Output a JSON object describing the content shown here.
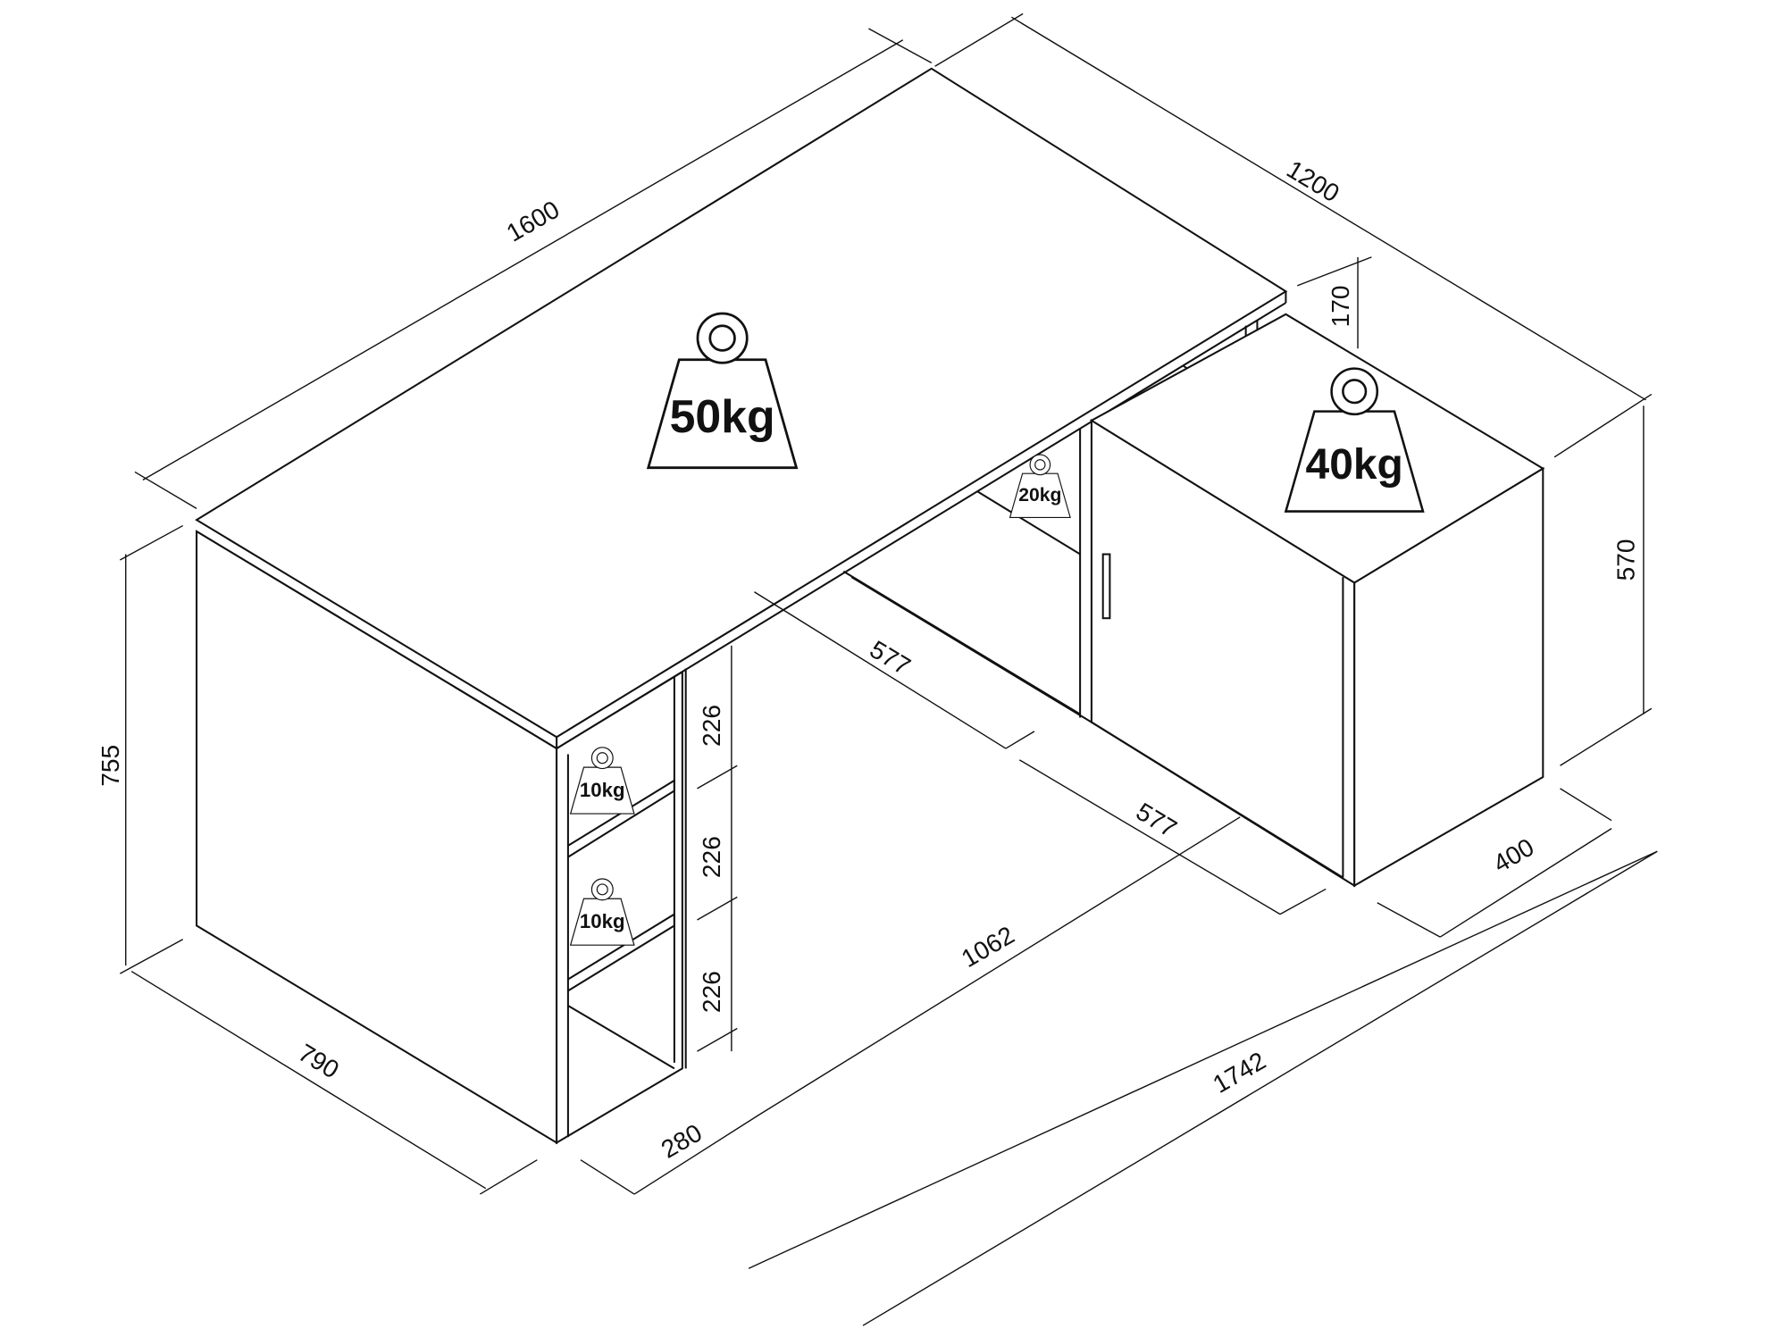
{
  "title": "L-shaped desk dimension drawing",
  "dimensions": {
    "top_length": "1600",
    "total_depth": "1200",
    "rise": "170",
    "cabinet_height": "570",
    "desk_height": "755",
    "desk_depth": "790",
    "shelf_width": "280",
    "middle_span": "1062",
    "total_length": "1742",
    "gap_a": "577",
    "gap_b": "577",
    "cabinet_depth": "400",
    "shelf_heights": [
      "226",
      "226",
      "226"
    ]
  },
  "load_labels": {
    "desk_top": "50kg",
    "cabinet_top": "40kg",
    "middle_shelf": "20kg",
    "shelf_upper": "10kg",
    "shelf_lower": "10kg"
  },
  "colors": {
    "line": "#111111",
    "background": "#ffffff"
  }
}
